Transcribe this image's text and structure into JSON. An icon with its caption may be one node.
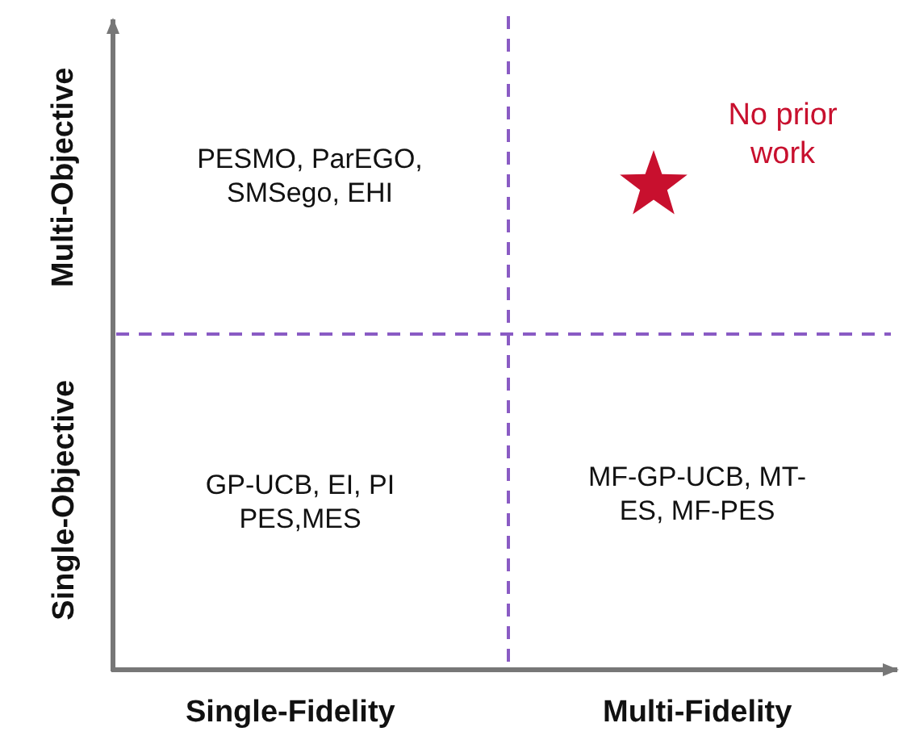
{
  "diagram": {
    "nodes": [
      {
        "text": [],
        "shape": "star"
      }
    ],
    "edges": [],
    "labels": [
      "Multi-Objective",
      "Single-Objective",
      "PESMO, ParEGO, SMSego, EHI",
      "No prior work",
      "GP-UCB, EI, PI PES,MES",
      "MF-GP-UCB, MT-ES, MF-PES",
      "Single-Fidelity",
      "Multi-Fidelity"
    ]
  }
}
